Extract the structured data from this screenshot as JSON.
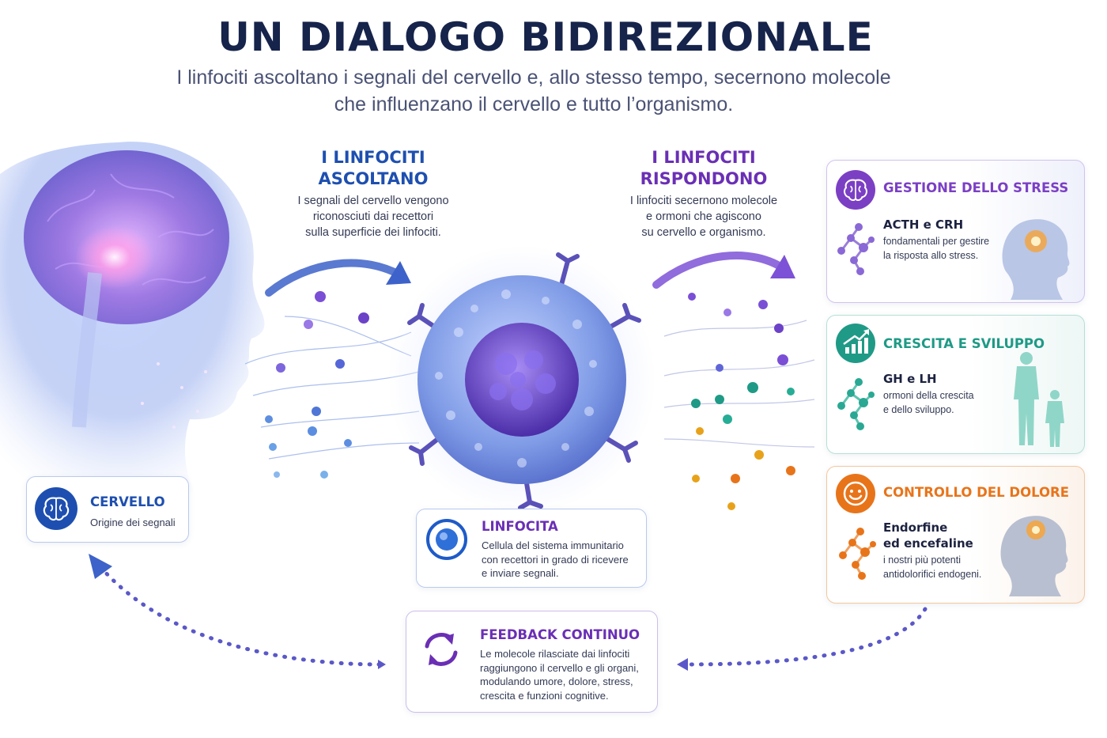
{
  "header": {
    "title": "UN DIALOGO BIDIREZIONALE",
    "subtitle_line1": "I linfociti ascoltano i segnali del cervello e, allo stesso tempo, secernono molecole",
    "subtitle_line2": "che influenzano il cervello e tutto l’organismo."
  },
  "listen": {
    "title_line1": "I LINFOCITI",
    "title_line2": "ASCOLTANO",
    "text_line1": "I segnali del cervello vengono",
    "text_line2": "riconosciuti dai recettori",
    "text_line3": "sulla superficie dei linfociti.",
    "color": "#1e4fb0"
  },
  "respond": {
    "title_line1": "I LINFOCITI",
    "title_line2": "RISPONDONO",
    "text_line1": "I linfociti secernono molecole",
    "text_line2": "e ormoni che agiscono",
    "text_line3": "su cervello e organismo.",
    "color": "#6a2fb5"
  },
  "brain_card": {
    "title": "CERVELLO",
    "text": "Origine dei segnali",
    "icon": "brain-icon",
    "color": "#1e4fb0"
  },
  "lymphocyte_card": {
    "title": "LINFOCITA",
    "text_line1": "Cellula del sistema immunitario",
    "text_line2": "con recettori in grado di ricevere",
    "text_line3": "e inviare segnali.",
    "icon": "cell-icon",
    "color": "#6a2fb5"
  },
  "feedback_card": {
    "title": "FEEDBACK CONTINUO",
    "text_line1": "Le molecole rilasciate dai linfociti",
    "text_line2": "raggiungono il cervello e gli organi,",
    "text_line3": "modulando umore, dolore, stress,",
    "text_line4": "crescita e funzioni cognitive.",
    "icon": "refresh-cycle-icon",
    "color": "#6a2fb5"
  },
  "stress_card": {
    "title": "GESTIONE DELLO STRESS",
    "hormone": "ACTH e CRH",
    "text_line1": "fondamentali per gestire",
    "text_line2": "la risposta allo stress.",
    "icon": "brain-icon",
    "color": "#7b3fc4"
  },
  "growth_card": {
    "title": "CRESCITA E SVILUPPO",
    "hormone": "GH e LH",
    "text_line1": "ormoni della crescita",
    "text_line2": "e dello sviluppo.",
    "icon": "growth-chart-icon",
    "color": "#1f9a86"
  },
  "pain_card": {
    "title": "CONTROLLO DEL DOLORE",
    "hormone_line1": "Endorfine",
    "hormone_line2": "ed encefaline",
    "text_line1": "i nostri più potenti",
    "text_line2": "antidolorifici endogeni.",
    "icon": "smiley-icon",
    "color": "#e8741a"
  }
}
